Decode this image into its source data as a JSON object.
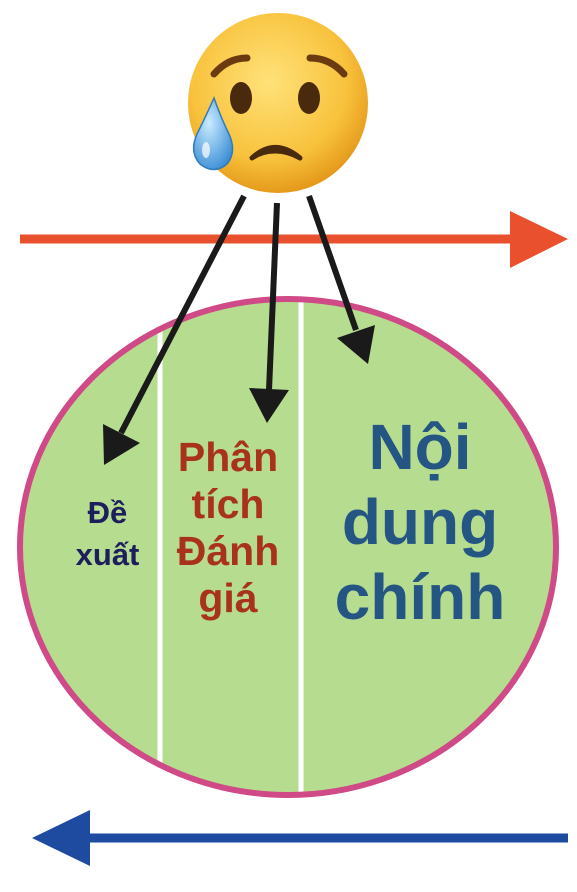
{
  "emoji": {
    "icon": "sad-but-relieved-face-icon",
    "glyph": "😥"
  },
  "segments": {
    "left": {
      "lines": [
        "Đề",
        "xuất"
      ]
    },
    "middle": {
      "lines": [
        "Phân",
        "tích",
        "Đánh",
        "giá"
      ]
    },
    "right": {
      "lines": [
        "Nội",
        "dung",
        "chính"
      ]
    }
  },
  "arrows": {
    "top": {
      "direction": "right",
      "color": "#e9502e"
    },
    "bottom": {
      "direction": "left",
      "color": "#1e4aa0"
    }
  },
  "colors": {
    "circle_fill": "#b6dc90",
    "circle_stroke": "#cf4a86",
    "divider": "#ffffff",
    "pointer_arrows": "#1a1a1a",
    "emoji_face": "#f6b935",
    "tear": "#5aa8e6"
  }
}
